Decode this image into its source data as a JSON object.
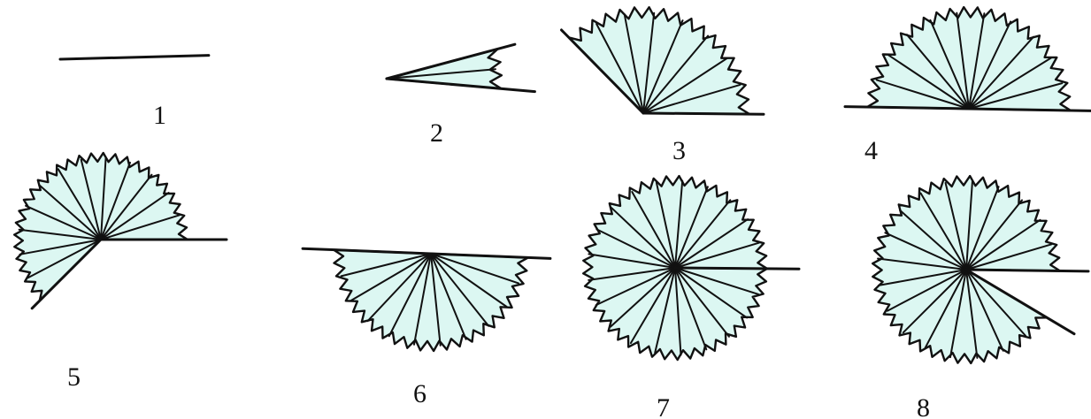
{
  "figure": {
    "fill_color": "#dcf7f2",
    "line_color": "#111111",
    "panels": [
      {
        "label": "1",
        "angle_deg": 0
      },
      {
        "label": "2",
        "angle_deg": 20
      },
      {
        "label": "3",
        "angle_deg": 135
      },
      {
        "label": "4",
        "angle_deg": 180
      },
      {
        "label": "5",
        "angle_deg": 225
      },
      {
        "label": "6",
        "angle_deg": 180
      },
      {
        "label": "7",
        "angle_deg": 360
      },
      {
        "label": "8",
        "angle_deg": 330
      }
    ]
  }
}
